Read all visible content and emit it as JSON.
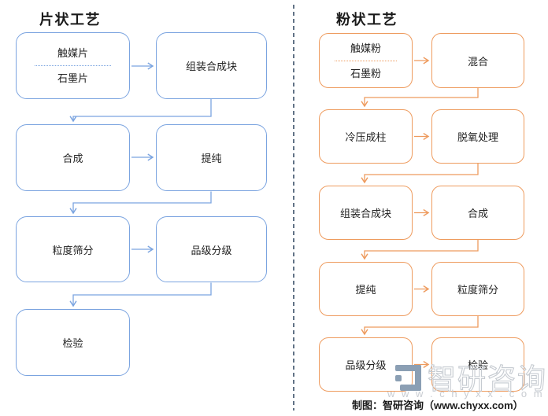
{
  "left": {
    "title": "片状工艺",
    "source": {
      "top": "触媒片",
      "bottom": "石墨片"
    },
    "boxes": [
      "组装合成块",
      "合成",
      "提纯",
      "粒度筛分",
      "品级分级",
      "检验"
    ]
  },
  "right": {
    "title": "粉状工艺",
    "source": {
      "top": "触媒粉",
      "bottom": "石墨粉"
    },
    "boxes": [
      "混合",
      "冷压成柱",
      "脱氧处理",
      "组装合成块",
      "合成",
      "提纯",
      "粒度筛分",
      "品级分级",
      "检验"
    ]
  },
  "watermark": {
    "brand": "智研咨询",
    "url": "w w w . c h y x x . c o m"
  },
  "footer": {
    "credit": "制图：智研咨询（www.chyxx.com）"
  },
  "colors": {
    "left_accent": "#7BA4E0",
    "right_accent": "#EE9B5E",
    "divider": "#3A5068",
    "text": "#222222",
    "watermark": "#C9CDD2",
    "logo": "#8B9FB4"
  }
}
